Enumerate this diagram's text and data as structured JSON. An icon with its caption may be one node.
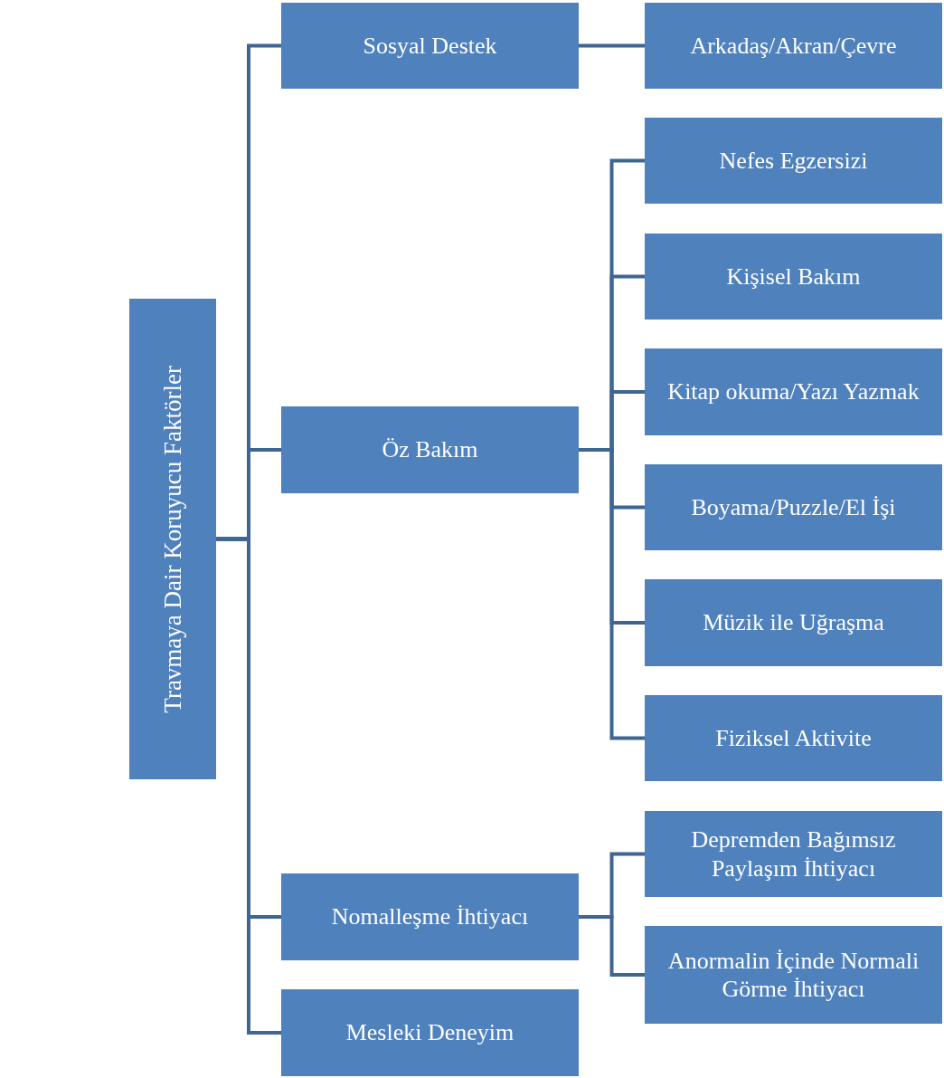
{
  "diagram": {
    "nodes": [
      {
        "text": [
          "Travmaya Dair Koruyucu Faktörler"
        ]
      },
      {
        "text": [
          "Sosyal Destek"
        ]
      },
      {
        "text": [
          "Arkadaş/Akran/Çevre"
        ]
      },
      {
        "text": [
          "Öz Bakım"
        ]
      },
      {
        "text": [
          "Nefes Egzersizi"
        ]
      },
      {
        "text": [
          "Kişisel Bakım"
        ]
      },
      {
        "text": [
          "Kitap okuma/Yazı Yazmak"
        ]
      },
      {
        "text": [
          "Boyama/Puzzle/El İşi"
        ]
      },
      {
        "text": [
          "Müzik ile Uğraşma"
        ]
      },
      {
        "text": [
          "Fiziksel Aktivite"
        ]
      },
      {
        "text": [
          "Nomalleşme İhtiyacı"
        ]
      },
      {
        "text": [
          "Depremden Bağımsız Paylaşım İhtiyacı"
        ]
      },
      {
        "text": [
          "Anormalin İçinde Normali Görme İhtiyacı"
        ]
      },
      {
        "text": [
          "Mesleki Deneyim"
        ]
      }
    ],
    "edges": [
      {
        "from": 0,
        "to": 1,
        "arrow": "none"
      },
      {
        "from": 0,
        "to": 3,
        "arrow": "none"
      },
      {
        "from": 0,
        "to": 10,
        "arrow": "none"
      },
      {
        "from": 0,
        "to": 13,
        "arrow": "none"
      },
      {
        "from": 1,
        "to": 2,
        "arrow": "none"
      },
      {
        "from": 3,
        "to": 4,
        "arrow": "none"
      },
      {
        "from": 3,
        "to": 5,
        "arrow": "none"
      },
      {
        "from": 3,
        "to": 6,
        "arrow": "none"
      },
      {
        "from": 3,
        "to": 7,
        "arrow": "none"
      },
      {
        "from": 3,
        "to": 8,
        "arrow": "none"
      },
      {
        "from": 3,
        "to": 9,
        "arrow": "none"
      },
      {
        "from": 10,
        "to": 11,
        "arrow": "none"
      },
      {
        "from": 10,
        "to": 12,
        "arrow": "none"
      }
    ]
  }
}
